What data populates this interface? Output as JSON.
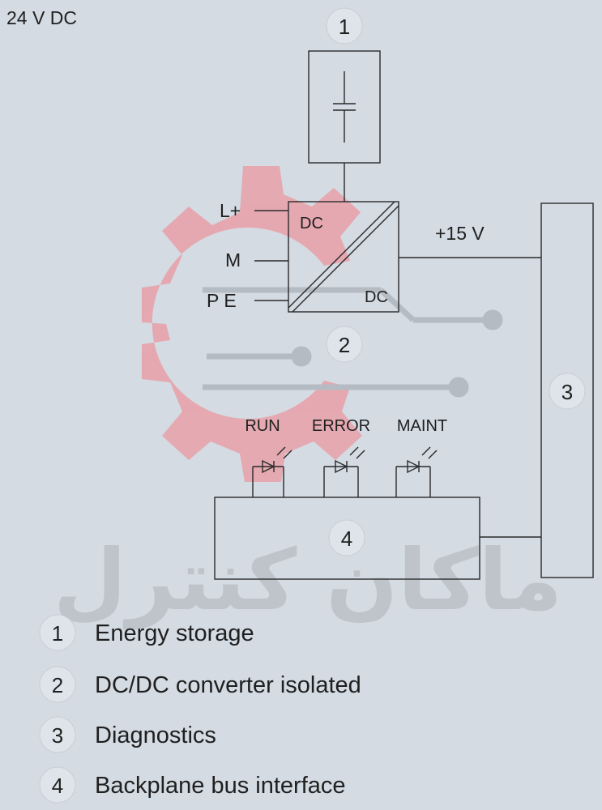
{
  "supply_label": "24 V DC",
  "watermark": {
    "text": "ماکان کنترل",
    "gear_color": "#e8a0a8",
    "text_color": "#b8bcc2"
  },
  "components": {
    "energy_storage": {
      "number": "1"
    },
    "converter": {
      "number": "2",
      "input_label": "DC",
      "output_label": "DC"
    },
    "diagnostics": {
      "number": "3"
    },
    "backplane": {
      "number": "4"
    }
  },
  "terminals": {
    "lplus": "L+",
    "m": "M",
    "pe": "P E"
  },
  "output_voltage": "+15 V",
  "leds": [
    {
      "label": "RUN"
    },
    {
      "label": "ERROR"
    },
    {
      "label": "MAINT"
    }
  ],
  "legend": [
    {
      "number": "1",
      "text": "Energy storage"
    },
    {
      "number": "2",
      "text": "DC/DC converter isolated"
    },
    {
      "number": "3",
      "text": "Diagnostics"
    },
    {
      "number": "4",
      "text": "Backplane bus interface"
    }
  ]
}
